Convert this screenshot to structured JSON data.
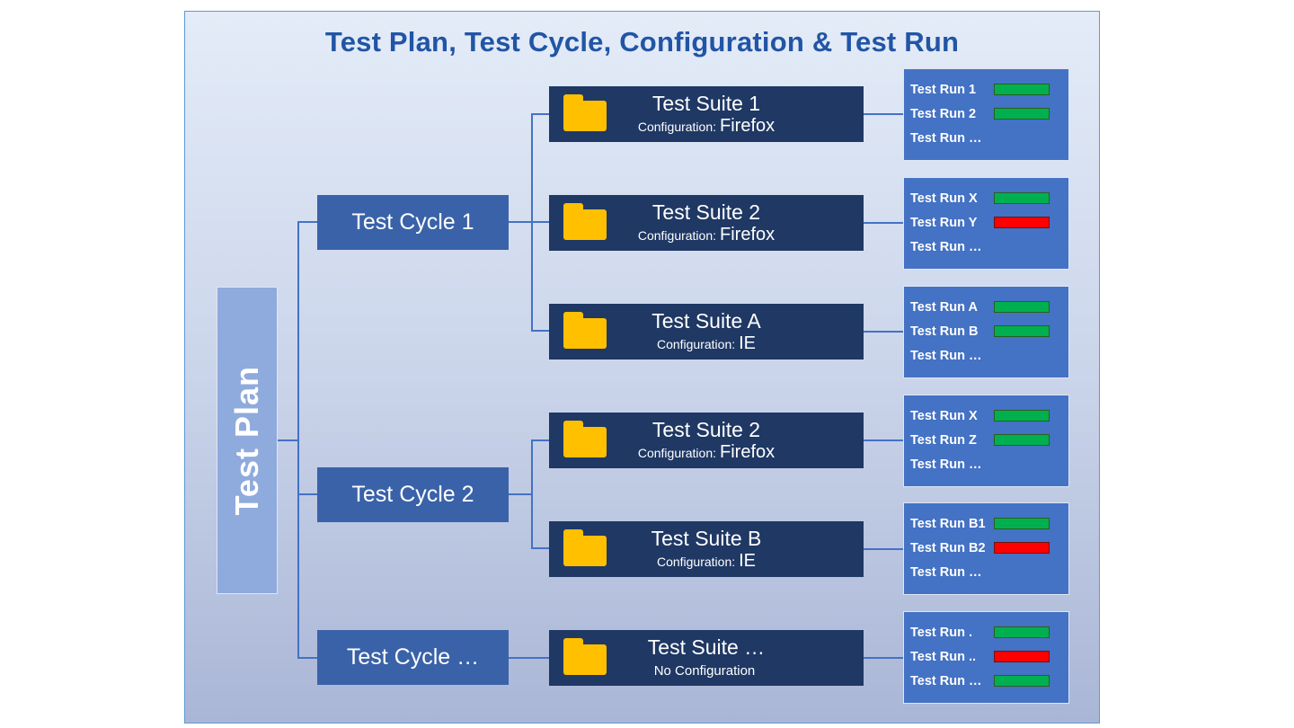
{
  "title": "Test Plan, Test Cycle, Configuration & Test Run",
  "plan": {
    "label": "Test Plan"
  },
  "cycles": [
    {
      "label": "Test Cycle 1"
    },
    {
      "label": "Test Cycle 2"
    },
    {
      "label": "Test Cycle …"
    }
  ],
  "suites": [
    {
      "title": "Test Suite 1",
      "config_label": "Configuration:",
      "config_value": "Firefox"
    },
    {
      "title": "Test Suite 2",
      "config_label": "Configuration:",
      "config_value": "Firefox"
    },
    {
      "title": "Test Suite A",
      "config_label": "Configuration:",
      "config_value": "IE"
    },
    {
      "title": "Test Suite 2",
      "config_label": "Configuration:",
      "config_value": "Firefox"
    },
    {
      "title": "Test Suite B",
      "config_label": "Configuration:",
      "config_value": "IE"
    },
    {
      "title": "Test Suite …",
      "config_label": "No Configuration",
      "config_value": ""
    }
  ],
  "run_panels": [
    {
      "runs": [
        {
          "label": "Test Run 1",
          "status": "pass"
        },
        {
          "label": "Test Run 2",
          "status": "pass"
        },
        {
          "label": "Test Run …",
          "status": "none"
        }
      ]
    },
    {
      "runs": [
        {
          "label": "Test Run X",
          "status": "pass"
        },
        {
          "label": "Test Run Y",
          "status": "fail"
        },
        {
          "label": "Test Run …",
          "status": "none"
        }
      ]
    },
    {
      "runs": [
        {
          "label": "Test Run A",
          "status": "pass"
        },
        {
          "label": "Test Run B",
          "status": "pass"
        },
        {
          "label": "Test Run …",
          "status": "none"
        }
      ]
    },
    {
      "runs": [
        {
          "label": "Test Run X",
          "status": "pass"
        },
        {
          "label": "Test Run Z",
          "status": "pass"
        },
        {
          "label": "Test Run …",
          "status": "none"
        }
      ]
    },
    {
      "runs": [
        {
          "label": "Test Run B1",
          "status": "pass"
        },
        {
          "label": "Test Run B2",
          "status": "fail"
        },
        {
          "label": "Test Run …",
          "status": "none"
        }
      ]
    },
    {
      "runs": [
        {
          "label": "Test Run .",
          "status": "pass"
        },
        {
          "label": "Test Run ..",
          "status": "fail"
        },
        {
          "label": "Test Run …",
          "status": "pass"
        }
      ]
    }
  ],
  "colors": {
    "title_blue": "#2155a5",
    "plan_blue": "#8faadc",
    "cycle_blue": "#3a62a9",
    "suite_navy": "#1f3864",
    "panel_blue": "#4472c4",
    "folder_yellow": "#ffc000",
    "pass_green": "#00b050",
    "fail_red": "#ff0000",
    "connector_blue": "#4472c4"
  }
}
